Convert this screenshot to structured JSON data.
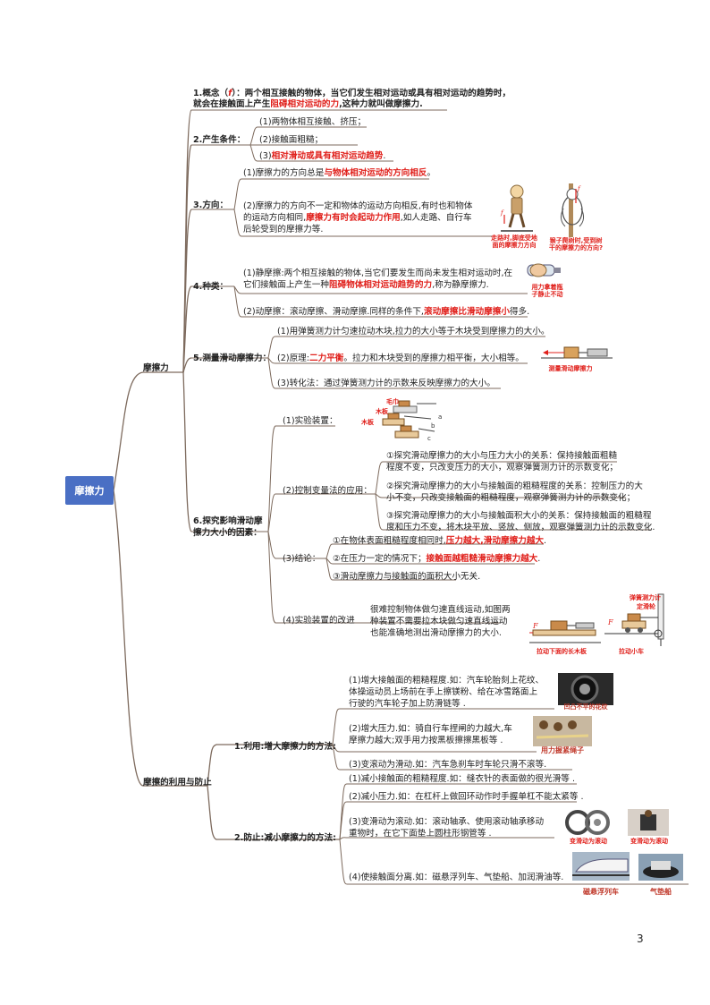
{
  "root": "摩擦力",
  "branch1": {
    "label": "摩擦力",
    "concept": {
      "l1_a": "1.概念（",
      "l1_f": "f",
      "l1_b": "）：两个相互接触的物体，当它们发生相对运动或具有相对运动的趋势时，",
      "l2_a": "就会在接触面上产生",
      "l2_red": "阻碍相对运动的力",
      "l2_b": ",这种力就叫做摩擦力."
    },
    "conditions": {
      "label": "2.产生条件：",
      "c1": "(1)两物体相互接触、挤压；",
      "c2": "(2)接触面粗糙；",
      "c3_a": "(3)",
      "c3_red": "相对滑动或具有相对运动趋势",
      "c3_b": "."
    },
    "direction": {
      "label": "3.方向：",
      "d1_a": "(1)摩擦力的方向总是",
      "d1_red": "与物体相对运动的方向相反",
      "d1_b": "。",
      "d2_l1": "(2)摩擦力的方向不一定和物体的运动方向相反,有时也和物体",
      "d2_l2_a": "的运动方向相同,",
      "d2_l2_red": "摩擦力有时会起动力作用",
      "d2_l2_b": ",如人走路、自行车",
      "d2_l3": "后轮受到的摩擦力等.",
      "img1_cap_l1": "走路时,脚底受地",
      "img1_cap_l2": "面的摩擦力方向",
      "img2_cap_l1": "猴子爬树时,受到树",
      "img2_cap_l2": "干的摩擦力的方向?"
    },
    "types": {
      "label": "4.种类：",
      "s_l1": "(1)静摩擦:两个相互接触的物体,当它们要发生而尚未发生相对运动时,在",
      "s_l2_a": "它们接触面上产生一种",
      "s_l2_red": "阻碍物体相对运动趋势的力",
      "s_l2_b": ",称为静摩擦力.",
      "k_a": "(2)动摩擦：滚动摩擦、滑动摩擦.同样的条件下,",
      "k_red": "滚动摩擦比滑动摩擦小",
      "k_b": "得多.",
      "img_cap_l1": "用力拿着瓶",
      "img_cap_l2": "子静止不动"
    },
    "measure": {
      "label": "5.测量滑动摩擦力：",
      "m1": "(1)用弹簧测力计匀速拉动木块,拉力的大小等于木块受到摩擦力的大小。",
      "m2_a": "(2)原理:",
      "m2_red": "二力平衡",
      "m2_b": "。拉力和木块受到的摩擦力相平衡，大小相等。",
      "m3": "(3)转化法：通过弹簧测力计的示数来反映摩擦力的大小。",
      "img_cap": "测量滑动摩擦力"
    },
    "factors": {
      "label_l1": "6.探究影响滑动摩",
      "label_l2": "擦力大小的因素：",
      "setup": "(1)实验装置：",
      "setup_img": {
        "towel": "毛巾",
        "board1": "木板",
        "board2": "木板",
        "a": "a",
        "b": "b",
        "c": "c"
      },
      "control": "(2)控制变量法的应用：",
      "ctrl1_l1": "①探究滑动摩擦力的大小与压力大小的关系：保持接触面粗糙",
      "ctrl1_l2": "程度不变，只改变压力的大小，观察弹簧测力计的示数变化；",
      "ctrl2_l1": "②探究滑动摩擦力的大小与接触面的粗糙程度的关系：控制压力的大",
      "ctrl2_l2": "小不变，只改变接触面的粗糙程度，观察弹簧测力计的示数变化；",
      "ctrl3_l1": "③探究滑动摩擦力的大小与接触面积大小的关系：保持接触面的粗糙程",
      "ctrl3_l2": "度和压力不变，将木块平放、竖放、侧放，观察弹簧测力计的示数变化.",
      "conclusion": "(3)结论：",
      "con1_a": "①在物体表面粗糙程度相同时,",
      "con1_red": "压力越大,滑动摩擦力越大",
      "con1_b": ".",
      "con2_a": "②在压力一定的情况下；",
      "con2_red": "接触面越粗糙滑动摩擦力越大",
      "con2_b": ".",
      "con3": "③滑动摩擦力与接触面的面积大小无关.",
      "improve": "(4)实验装置的改进",
      "imp_l1": "很难控制物体做匀速直线运动,如图两",
      "imp_l2": "种装置不需要拉木块做匀速直线运动",
      "imp_l3": "也能准确地测出滑动摩擦力的大小.",
      "img_spring": "弹簧测力计",
      "img_pulley": "定滑轮",
      "img_F1": "F",
      "img_F2": "F",
      "img_cap1": "拉动下面的长木板",
      "img_cap2": "拉动小车"
    }
  },
  "branch2": {
    "label": "摩擦的利用与防止",
    "use": {
      "label": "1.利用:增大摩擦力的方法:",
      "u1_l1": "(1)增大接触面的粗糙程度.如：汽车轮胎刻上花纹、",
      "u1_l2": "体操运动员上场前在手上擦镁粉、给在冰雪路面上",
      "u1_l3": "行驶的汽车轮子加上防滑链等 .",
      "u1_cap": "凹凸不平的花纹",
      "u2_l1": "(2)增大压力.如：骑自行车捏闸的力越大,车",
      "u2_l2": "摩擦力越大;双手用力按黑板擦擦黑板等 .",
      "u2_cap": "用力握紧绳子",
      "u3": "(3)变滚动为滑动.如：汽车急刹车时车轮只滑不滚等."
    },
    "prevent": {
      "label": "2.防止:减小摩擦力的方法:",
      "p1": "(1)减小接触面的粗糙程度.如：缝衣针的表面做的很光滑等 .",
      "p2": "(2)减小压力.如：在杠杆上做回环动作时手握单杠不能太紧等 .",
      "p3_l1": "(3)变滑动为滚动.如：滚动轴承、使用滚动轴承移动",
      "p3_l2": "重物时，在它下面垫上圆柱形钢管等 .",
      "p3_cap1": "变滑动为滚动",
      "p3_cap2": "变滑动为滚动",
      "p4": "(4)使接触面分离.如：磁悬浮列车、气垫船、加润滑油等.",
      "p4_cap1": "磁悬浮列车",
      "p4_cap2": "气垫船"
    }
  },
  "page_number": "3",
  "colors": {
    "red": "#e0201b",
    "root": "#4a6fc4",
    "line": "#7d6a5d"
  }
}
